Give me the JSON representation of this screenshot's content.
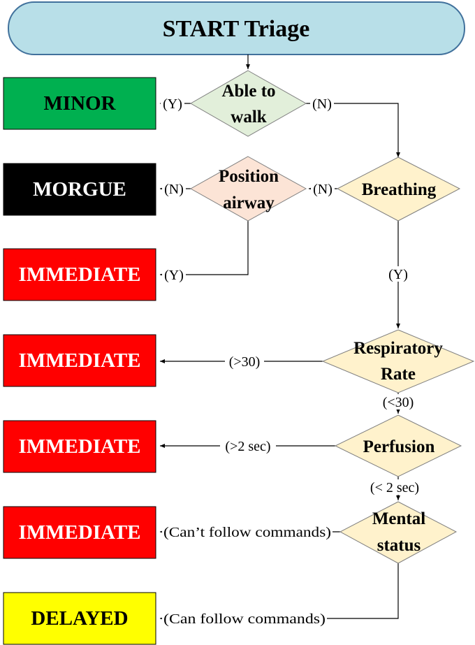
{
  "title": "START Triage",
  "outcomes": {
    "minor": "MINOR",
    "morgue": "MORGUE",
    "immediate": "IMMEDIATE",
    "delayed": "DELAYED"
  },
  "decisions": {
    "walk": [
      "Able to",
      "walk"
    ],
    "airway": [
      "Position",
      "airway"
    ],
    "breathing": "Breathing",
    "resp": [
      "Respiratory",
      "Rate"
    ],
    "perfusion": "Perfusion",
    "mental": [
      "Mental",
      "status"
    ]
  },
  "edges": {
    "walk_yes": "(Y)",
    "walk_no": "(N)",
    "breathing_no": "(N)",
    "airway_no": "(N)",
    "airway_yes": "(Y)",
    "breathing_yes": "(Y)",
    "resp_high": "(>30)",
    "resp_low": "(<30)",
    "perf_high": "(>2 sec)",
    "perf_low": "(< 2 sec)",
    "mental_cant": "(Can’t follow commands)",
    "mental_can": "(Can follow commands)"
  },
  "colors": {
    "title_fill": "#b8dfe8",
    "title_stroke": "#41719c",
    "minor": "#00b050",
    "morgue": "#000000",
    "immediate": "#ff0000",
    "delayed": "#ffff00",
    "walk_diamond": "#e2efda",
    "airway_diamond": "#fce4d6",
    "decision_diamond": "#fff2cc"
  }
}
